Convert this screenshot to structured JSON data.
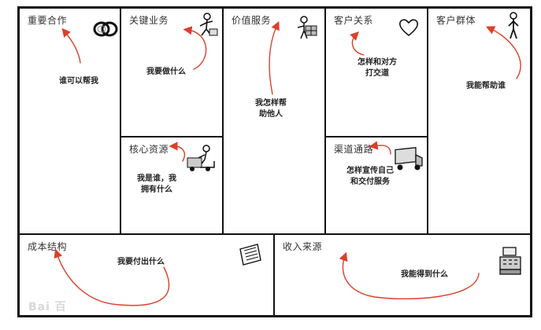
{
  "canvas": {
    "sections": [
      {
        "id": "key-partners",
        "title": "重要合作",
        "question": "谁可以帮我",
        "icon": "rings-icon"
      },
      {
        "id": "key-activities",
        "title": "关键业务",
        "question": "我要做什么",
        "icon": "worker-icon"
      },
      {
        "id": "key-resources",
        "title": "核心资源",
        "question": "我是谁，我\n拥有什么",
        "icon": "forklift-icon"
      },
      {
        "id": "value-propositions",
        "title": "价值服务",
        "question": "我怎样帮\n助他人",
        "icon": "gift-icon"
      },
      {
        "id": "customer-relationships",
        "title": "客户关系",
        "question": "怎样和对方\n打交道",
        "icon": "heart-icon"
      },
      {
        "id": "channels",
        "title": "渠道通路",
        "question": "怎样宣传自己\n和交付服务",
        "icon": "truck-icon"
      },
      {
        "id": "customer-segments",
        "title": "客户群体",
        "question": "我能帮助谁",
        "icon": "person-icon"
      },
      {
        "id": "cost-structure",
        "title": "成本结构",
        "question": "我要付出什么",
        "icon": "receipt-icon"
      },
      {
        "id": "revenue-streams",
        "title": "收入来源",
        "question": "我能得到什么",
        "icon": "cash-register-icon"
      }
    ],
    "arrow_color": "#d9412b",
    "line_color": "#111111"
  },
  "watermark": "Bai 百"
}
